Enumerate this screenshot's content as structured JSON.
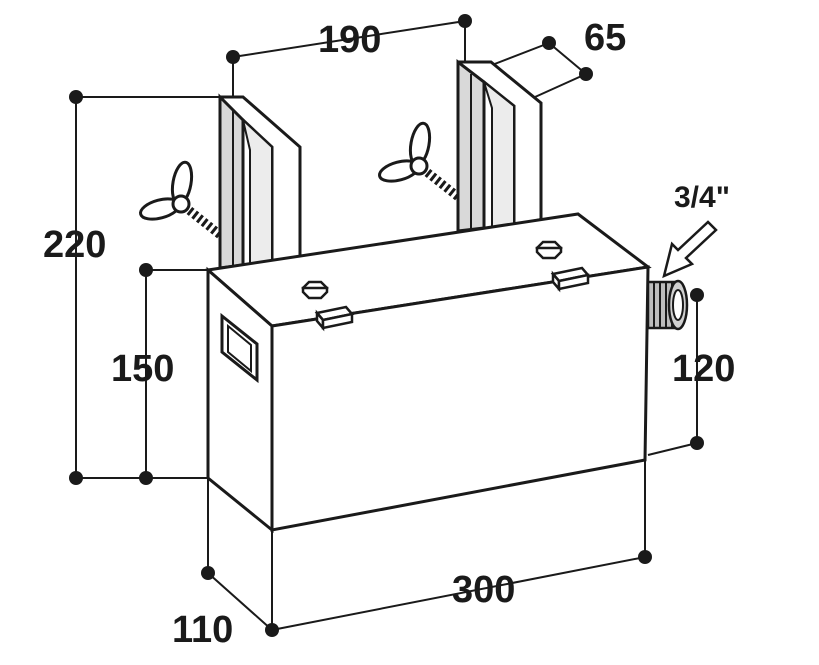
{
  "dimensions": {
    "width_top": "190",
    "depth_top": "65",
    "height_total": "220",
    "height_box": "150",
    "height_outlet": "120",
    "length": "300",
    "depth": "110",
    "thread": "3/4\""
  },
  "colors": {
    "line": "#1a1a1a",
    "face_front": "#ffffff",
    "face_top": "#ffffff",
    "face_side": "#ffffff",
    "bracket_shade": "#d9d9d9",
    "fitting_shade": "#bdbdbd"
  }
}
